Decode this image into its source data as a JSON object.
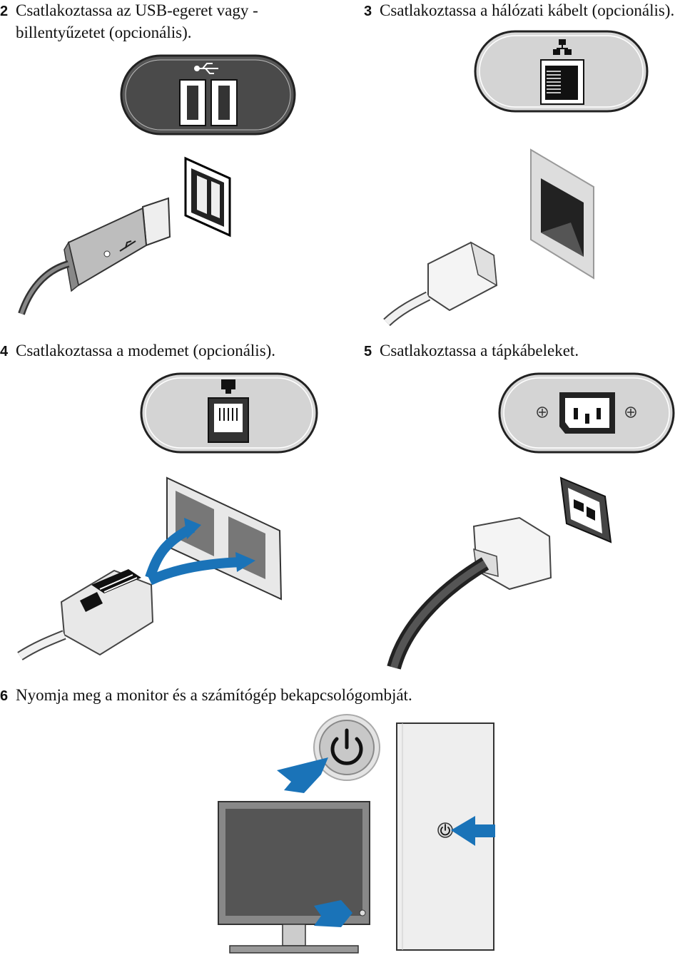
{
  "steps": [
    {
      "number": "2",
      "text": "Csatlakoztassa az USB-egeret vagy - billentyűzetet (opcionális).",
      "line1": "Csatlakoztassa az USB-egeret vagy -",
      "line2": "billentyűzetet (opcionális)."
    },
    {
      "number": "3",
      "text": "Csatlakoztassa a hálózati kábelt (opcionális)."
    },
    {
      "number": "4",
      "text": "Csatlakoztassa a modemet (opcionális)."
    },
    {
      "number": "5",
      "text": "Csatlakoztassa a tápkábeleket."
    },
    {
      "number": "6",
      "text": "Nyomja meg a monitor és a számítógép bekapcsológombját."
    }
  ],
  "colors": {
    "accent_blue": "#1a73b8",
    "panel_gray": "#d9d9d9",
    "dark_panel": "#4a4a4a"
  },
  "icons": [
    "usb-icon",
    "network-icon",
    "phone-jack-icon",
    "power-icon"
  ]
}
